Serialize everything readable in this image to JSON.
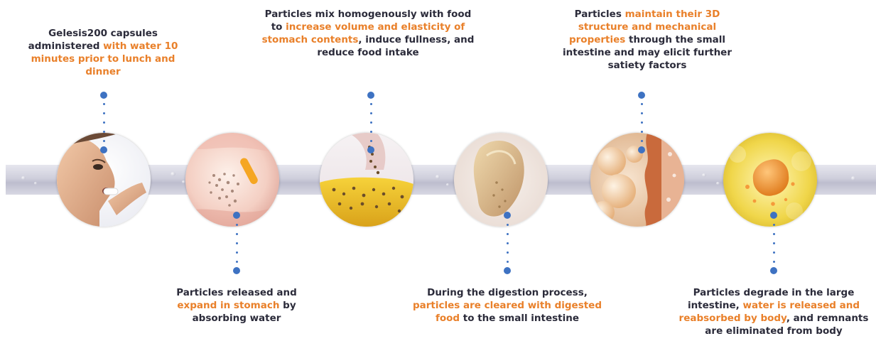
{
  "colors": {
    "text": "#2b2b3a",
    "highlight": "#e9802a",
    "connector": "#3e72c2",
    "band": "#c9c9d8"
  },
  "steps": [
    {
      "id": "administration",
      "image": "person-swallowing-capsule",
      "caption": [
        {
          "text": "Gelesis200 capsules administered "
        },
        {
          "text": "with water 10 minutes prior to lunch and dinner",
          "hl": true
        }
      ]
    },
    {
      "id": "release",
      "image": "stomach-particles-release",
      "caption": [
        {
          "text": "Particles released and "
        },
        {
          "text": "expand in stomach",
          "hl": true
        },
        {
          "text": " by absorbing water"
        }
      ]
    },
    {
      "id": "mixing",
      "image": "particles-mixing-with-food",
      "caption": [
        {
          "text": "Particles mix homogenously with food to "
        },
        {
          "text": "increase volume and elasticity of stomach contents",
          "hl": true
        },
        {
          "text": ", induce fullness, and reduce food intake"
        }
      ]
    },
    {
      "id": "digestion",
      "image": "stomach-digestion",
      "caption": [
        {
          "text": "During the digestion process, "
        },
        {
          "text": "particles are cleared with digested food",
          "hl": true
        },
        {
          "text": " to the small intestine"
        }
      ]
    },
    {
      "id": "small-intestine",
      "image": "small-intestine-particles",
      "caption": [
        {
          "text": "Particles "
        },
        {
          "text": "maintain their 3D structure and mechanical properties",
          "hl": true
        },
        {
          "text": " through the small intestine and may elicit further satiety factors"
        }
      ]
    },
    {
      "id": "large-intestine",
      "image": "particle-degrading",
      "caption": [
        {
          "text": "Particles degrade in the large intestine, "
        },
        {
          "text": "water is released and reabsorbed by body",
          "hl": true
        },
        {
          "text": ", and remnants are eliminated from body"
        }
      ]
    }
  ]
}
